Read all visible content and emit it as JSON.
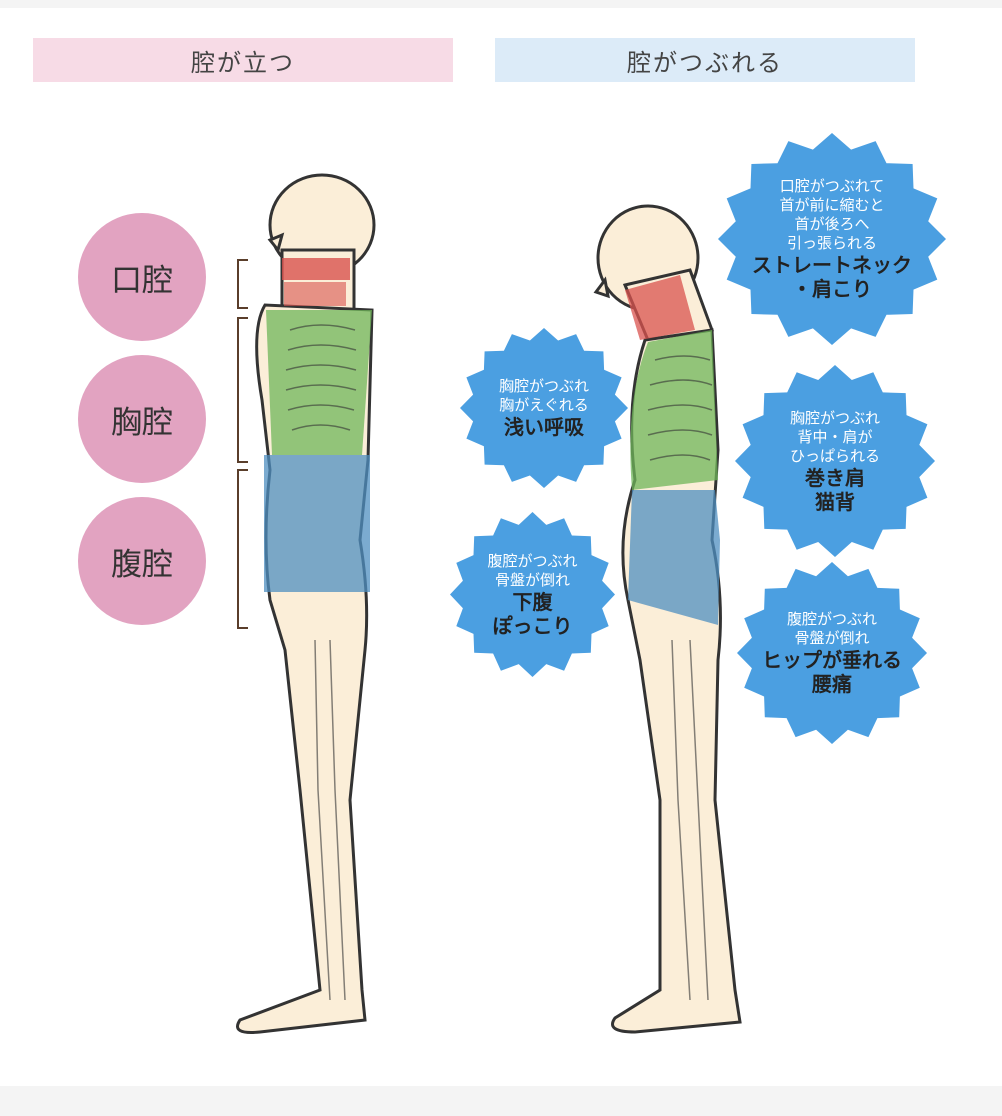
{
  "headers": {
    "left": "腔が立つ",
    "right": "腔がつぶれる"
  },
  "cavities": [
    "口腔",
    "胸腔",
    "腹腔"
  ],
  "colors": {
    "bubble": "#4b9fe1",
    "pink_circle": "#e2a3c1",
    "oral": "#d9534f",
    "thoracic": "#6fb55a",
    "abdominal": "#4f8fc0",
    "skin": "#fbeed8"
  },
  "bubbles": [
    {
      "small": [
        "口腔がつぶれて",
        "首が前に縮むと",
        "首が後ろへ",
        "引っ張られる"
      ],
      "big": [
        "ストレートネック",
        "・肩こり"
      ]
    },
    {
      "small": [
        "胸腔がつぶれ",
        "胸がえぐれる"
      ],
      "big": [
        "浅い呼吸"
      ]
    },
    {
      "small": [
        "胸腔がつぶれ",
        "背中・肩が",
        "ひっぱられる"
      ],
      "big": [
        "巻き肩",
        "猫背"
      ]
    },
    {
      "small": [
        "腹腔がつぶれ",
        "骨盤が倒れ"
      ],
      "big": [
        "下腹",
        "ぽっこり"
      ]
    },
    {
      "small": [
        "腹腔がつぶれ",
        "骨盤が倒れ"
      ],
      "big": [
        "ヒップが垂れる",
        "腰痛"
      ]
    }
  ]
}
